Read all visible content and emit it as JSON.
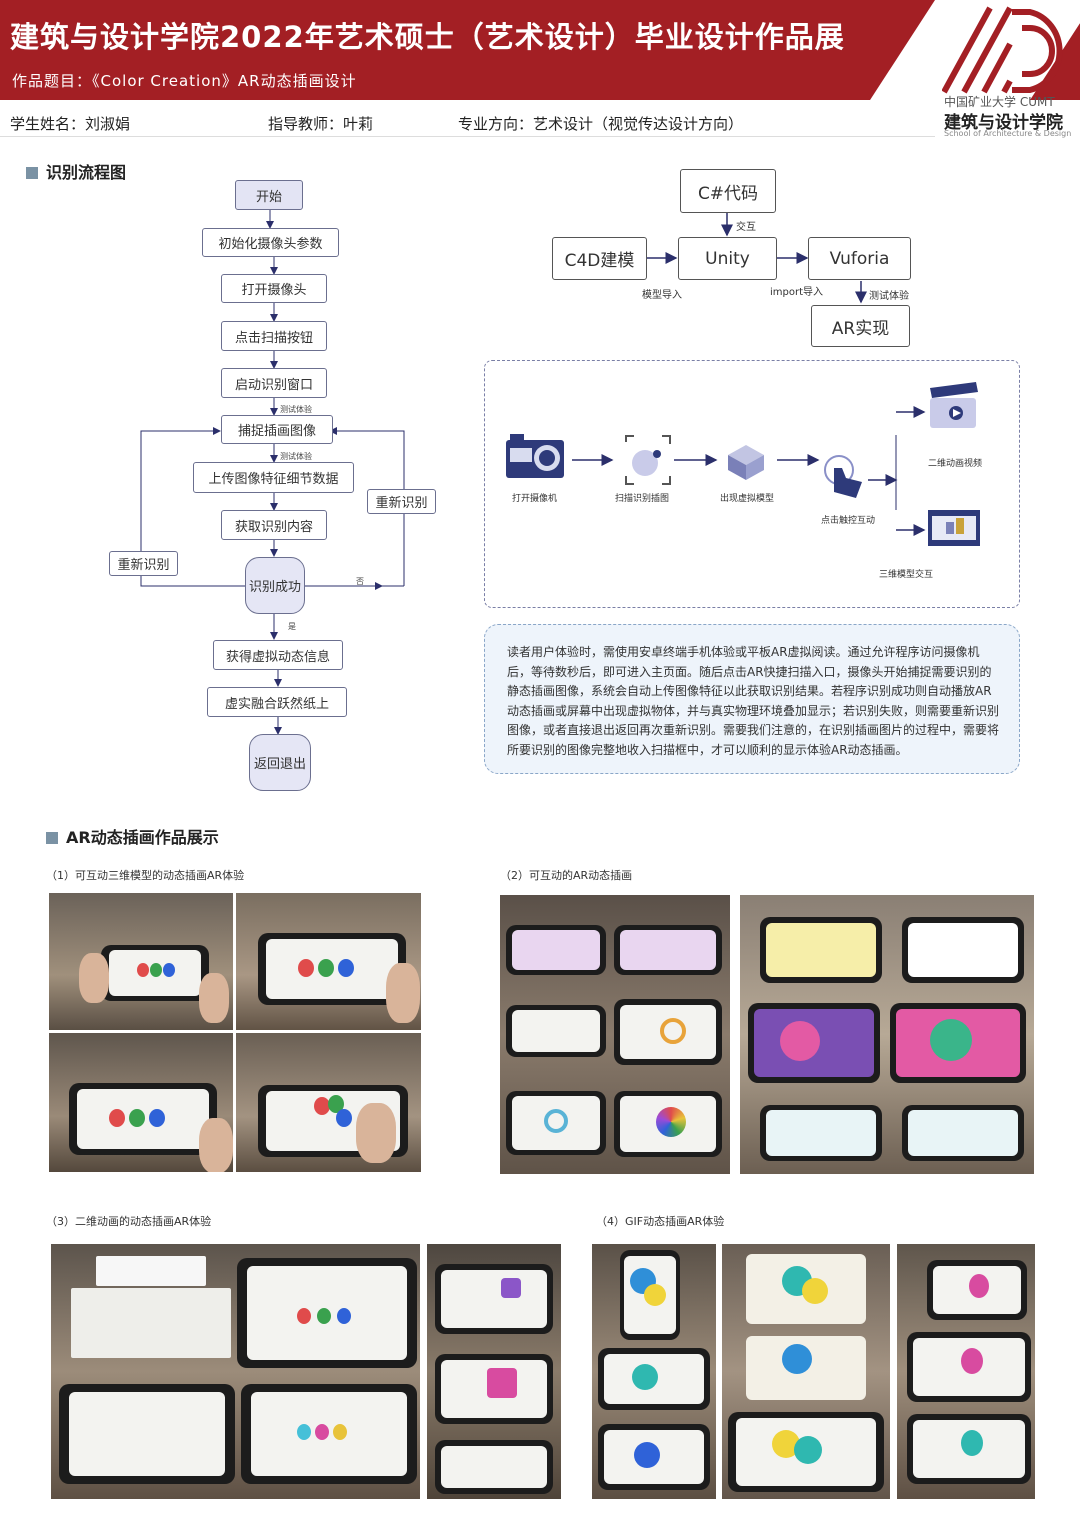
{
  "header": {
    "title": "建筑与设计学院2022年艺术硕士（艺术设计）毕业设计作品展",
    "subtitle": "作品题目：《Color Creation》AR动态插画设计",
    "school_cn": "中国矿业大学 CUMT",
    "school_name": "建筑与设计学院",
    "school_en": "School of Architecture & Design",
    "accent_color": "#a31f24",
    "logo_icon": "ad-logo-icon"
  },
  "info": {
    "student": "学生姓名：刘淑娟",
    "advisor": "指导教师：叶莉",
    "major": "专业方向：艺术设计（视觉传达设计方向）"
  },
  "flow_section": {
    "heading": "识别流程图",
    "nodes": {
      "start": "开始",
      "init": "初始化摄像头参数",
      "open": "打开摄像头",
      "click": "点击扫描按钮",
      "window": "启动识别窗口",
      "capture": "捕捉插画图像",
      "upload": "上传图像特征细节数据",
      "fetch": "获取识别内容",
      "success": "识别成功",
      "info": "获得虚拟动态信息",
      "fuse": "虚实融合跃然纸上",
      "exit": "返回退出",
      "retry_left": "重新识别",
      "retry_right": "重新识别"
    },
    "edge_labels": {
      "test1": "测试体验",
      "test2": "测试体验",
      "no": "否",
      "yes": "是"
    }
  },
  "pipeline": {
    "csharp": "C#代码",
    "c4d": "C4D建模",
    "unity": "Unity",
    "vuforia": "Vuforia",
    "ar": "AR实现",
    "lbl_interact": "交互",
    "lbl_model_import": "模型导入",
    "lbl_import": "import导入",
    "lbl_test": "测试体验"
  },
  "ar_steps": {
    "camera": "打开摄像机",
    "scan": "扫描识别插图",
    "model": "出现虚拟模型",
    "touch": "点击触控互动",
    "video": "二维动画视频",
    "model3d": "三维模型交互",
    "icons": [
      "camera-icon",
      "scan-icon",
      "hexagon-model-icon",
      "touch-hand-icon",
      "video-clapper-icon",
      "3d-scene-icon"
    ]
  },
  "description": "读者用户体验时，需使用安卓终端手机体验或平板AR虚拟阅读。通过允许程序访问摄像机后，等待数秒后，即可进入主页面。随后点击AR快捷扫描入口，摄像头开始捕捉需要识别的静态插画图像，系统会自动上传图像特征以此获取识别结果。若程序识别成功则自动播放AR动态插画或屏幕中出现虚拟物体，并与真实物理环境叠加显示；若识别失败，则需要重新识别图像，或者直接退出返回再次重新识别。需要我们注意的，在识别插画图片的过程中，需要将所要识别的图像完整地收入扫描框中，才可以顺利的显示体验AR动态插画。",
  "gallery": {
    "heading": "AR动态插画作品展示",
    "captions": {
      "c1": "（1）可互动三维模型的动态插画AR体验",
      "c2": "（2）可互动的AR动态插画",
      "c3": "（3）二维动画的动态插画AR体验",
      "c4": "（4）GIF动态插画AR体验"
    }
  }
}
